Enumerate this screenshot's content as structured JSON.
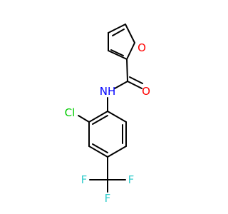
{
  "molecule": {
    "atoms": {
      "O_furan": {
        "symbol": "O",
        "color": "#ff0000"
      },
      "O_carbonyl": {
        "symbol": "O",
        "color": "#ff0000"
      },
      "N_amide": {
        "symbol": "NH",
        "color": "#0000ff"
      },
      "Cl": {
        "symbol": "Cl",
        "color": "#00cc00"
      },
      "F1": {
        "symbol": "F",
        "color": "#33cccc"
      },
      "F2": {
        "symbol": "F",
        "color": "#33cccc"
      },
      "F3": {
        "symbol": "F",
        "color": "#33cccc"
      }
    }
  }
}
